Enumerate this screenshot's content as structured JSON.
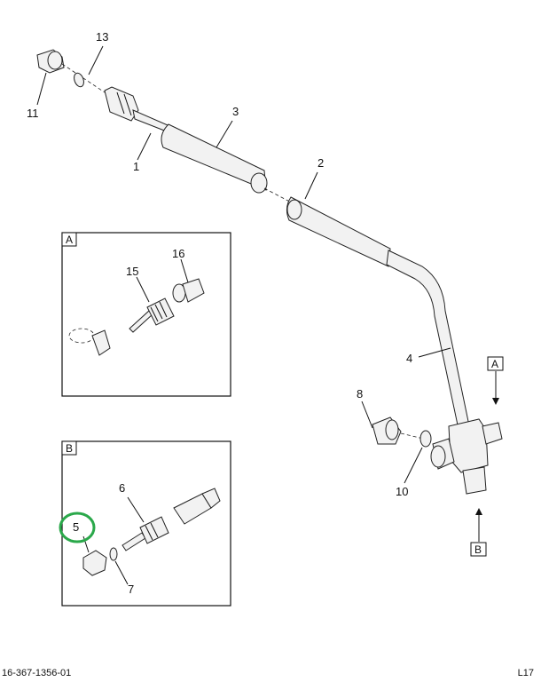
{
  "callouts": {
    "c1": "1",
    "c2": "2",
    "c3": "3",
    "c4": "4",
    "c5": "5",
    "c6": "6",
    "c7": "7",
    "c8": "8",
    "c10": "10",
    "c11": "11",
    "c13": "13",
    "c15": "15",
    "c16": "16"
  },
  "views": {
    "a_box": "A",
    "b_box": "B",
    "a_ref": "A",
    "b_ref": "B"
  },
  "highlight": {
    "color": "#2aa84a",
    "target": "5"
  },
  "footer": {
    "left": "16-367-1356-01",
    "right": "L17"
  }
}
